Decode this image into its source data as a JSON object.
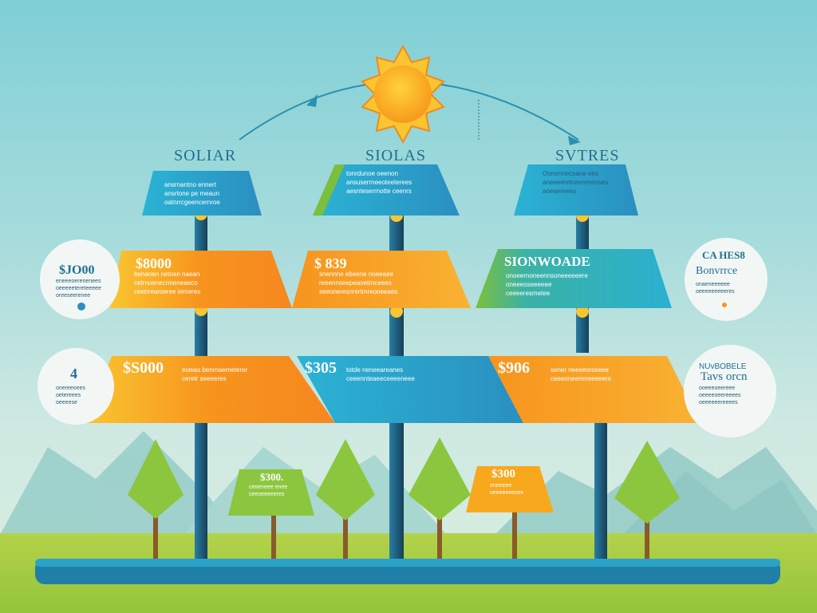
{
  "colors": {
    "sky": "#8fd3d8",
    "teal": "#2aa3c9",
    "orange": "#f7941d",
    "yellow": "#f9c531",
    "green": "#7cbf3a",
    "navy": "#1f5f7f",
    "ground": "#a6cd3b"
  },
  "columns": [
    {
      "title": "SOLIAR",
      "top_label": {
        "lines": [
          "ansrnantno ennert",
          "ansrtone pe meaun",
          "oatnrrcgeencernroe"
        ]
      },
      "mid_label": {
        "amount": "$8000",
        "lines": [
          "benaoen netnen naean",
          "cetrnoenecrmeneaeco",
          "ceetrrearoeree iemeres"
        ]
      },
      "bottom_label": {
        "amount": "$S000",
        "lines": [
          "euwas benrnaemeterer",
          "ceretr seeeeres"
        ]
      }
    },
    {
      "title": "SIOLAS",
      "top_label": {
        "lines": [
          "tonrdunoe oeenon",
          "ansuserrneeoteeterees",
          "aesnteserrnotte ceenrs"
        ]
      },
      "mid_label": {
        "amount": "$ 839",
        "lines": [
          "snennne ebeene noeeaee",
          "reeennseepeaoetrnceees",
          "seeoneresnrertmreoneeaes"
        ]
      },
      "bottom_label": {
        "amount": "$305",
        "lines": [
          "totde neneeareanes",
          "ceeennteaeeceeeeneee"
        ]
      }
    },
    {
      "title": "SVTRES",
      "top_label": {
        "lines": [
          "Oomrnnecsane ees",
          "aneeeenrtneerenenses",
          "aoeaereees"
        ]
      },
      "mid_label": {
        "amount": "SIONWOADE",
        "lines": [
          "onoeernoneennsoneeeeeere",
          "oneeeoseeeeee",
          "ceeeeresmetee"
        ]
      },
      "bottom_label": {
        "amount": "$906",
        "lines": [
          "sener neeeesrseeee",
          "ceeeoneereneeeeere"
        ]
      }
    }
  ],
  "side_bubbles": [
    {
      "title": "$JO00",
      "lines": [
        "eneeeoerenenees",
        "oeeeeetereteeeee",
        "oreeseerenee"
      ]
    },
    {
      "title": "4",
      "lines": [
        "onereeoees",
        "oetereees",
        "oeeeese"
      ]
    },
    {
      "title": "CA HES8",
      "subtitle": "Bonvrrce",
      "lines": [
        "onaeneeeeee",
        "oeeeeeeeeeres"
      ]
    },
    {
      "title": "NUvBOBELE",
      "subtitle": "Tavs orcn",
      "lines": [
        "ooeeeoeereee",
        "oeeeeoeereeees",
        "oeeeeeereeees"
      ]
    }
  ],
  "tree_signs": [
    {
      "amount": "$300.",
      "lines": [
        "ceoeneee enee",
        "ceeoeeeeeres"
      ]
    },
    {
      "amount": "$300",
      "lines": [
        "eneeeee",
        "oeeeeeeeses"
      ]
    }
  ]
}
